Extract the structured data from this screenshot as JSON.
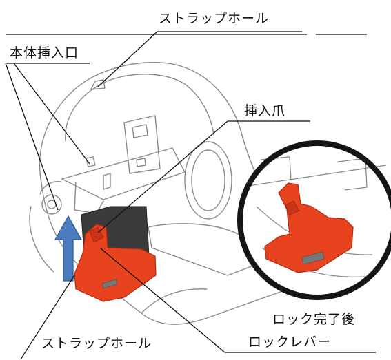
{
  "labels": {
    "strap_hole_top": "ストラップホール",
    "body_insert_port": "本体挿入口",
    "insert_claw": "挿入爪",
    "lock_complete": "ロック完了後",
    "strap_hole_bottom": "ストラップホール",
    "lock_lever": "ロックレバー"
  },
  "colors": {
    "lever_red": "#E8431F",
    "lever_dark": "#B22A10",
    "insert_block": "#3A3A3A",
    "arrow_blue": "#4A7CBF",
    "arrow_blue_edge": "#2E5A93",
    "zoom_ring": "#151515",
    "outline": "#8A8A8A"
  },
  "icons": {
    "insert_direction": "up-arrow-icon"
  }
}
